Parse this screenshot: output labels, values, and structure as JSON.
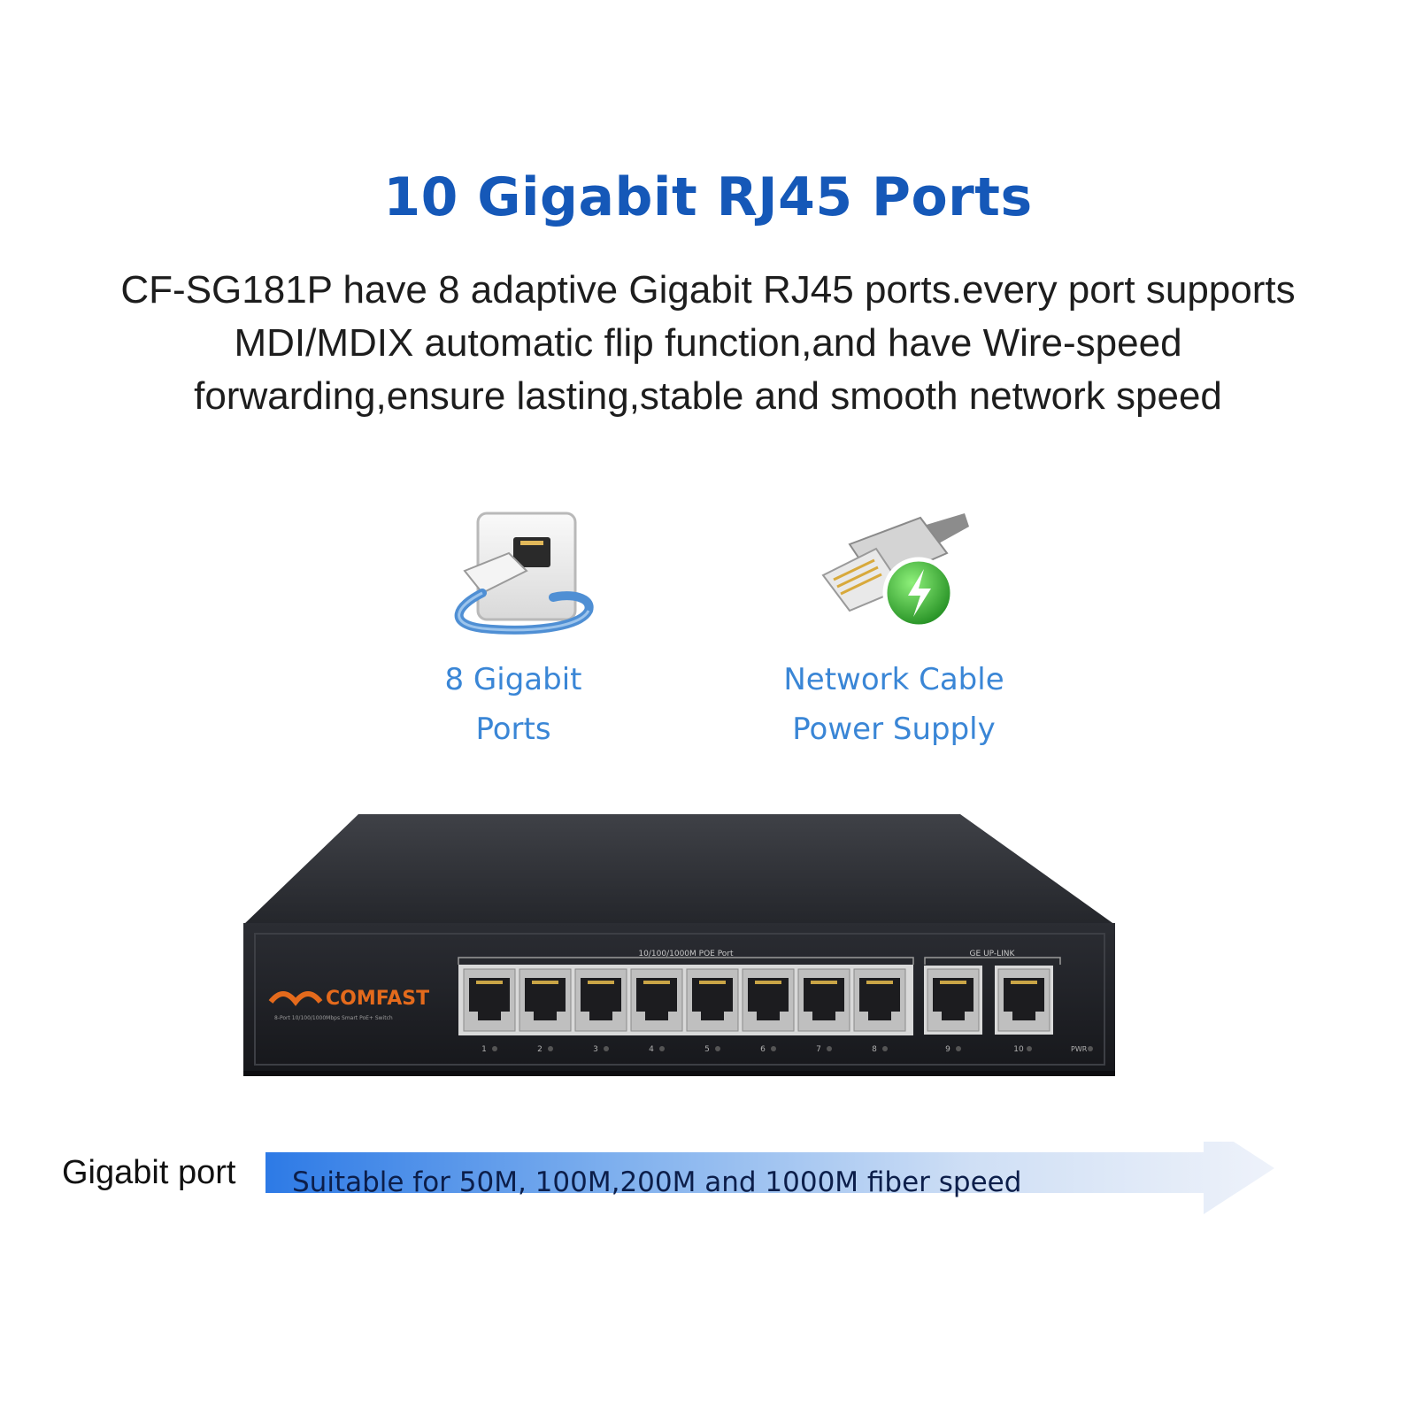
{
  "heading": "10 Gigabit RJ45 Ports",
  "description": {
    "lines": [
      "CF-SG181P have 8 adaptive Gigabit RJ45 ports.every port supports",
      "MDI/MDIX automatic flip function,and have Wire-speed",
      "forwarding,ensure lasting,stable and smooth network speed"
    ]
  },
  "features": [
    {
      "icon": "ethernet-port-icon",
      "line1": "8 Gigabit",
      "line2": "Ports"
    },
    {
      "icon": "rj45-power-icon",
      "line1": "Network Cable",
      "line2": "Power Supply"
    }
  ],
  "device": {
    "brand": "COMFAST",
    "model_caption": "8-Port 10/100/1000Mbps Smart PoE+ Switch",
    "poe_group_label": "10/100/1000M POE Port",
    "uplink_group_label": "GE UP-LINK",
    "port_numbers": [
      "1",
      "2",
      "3",
      "4",
      "5",
      "6",
      "7",
      "8",
      "9",
      "10"
    ],
    "power_label": "PWR"
  },
  "speed_bar": {
    "label": "Gigabit port",
    "text": "Suitable for 50M, 100M,200M and 1000M fiber speed"
  },
  "colors": {
    "heading": "#1558b8",
    "feature_text": "#3a86d6",
    "bar_start": "#2d7ae6",
    "bar_end": "#eef2fa"
  }
}
